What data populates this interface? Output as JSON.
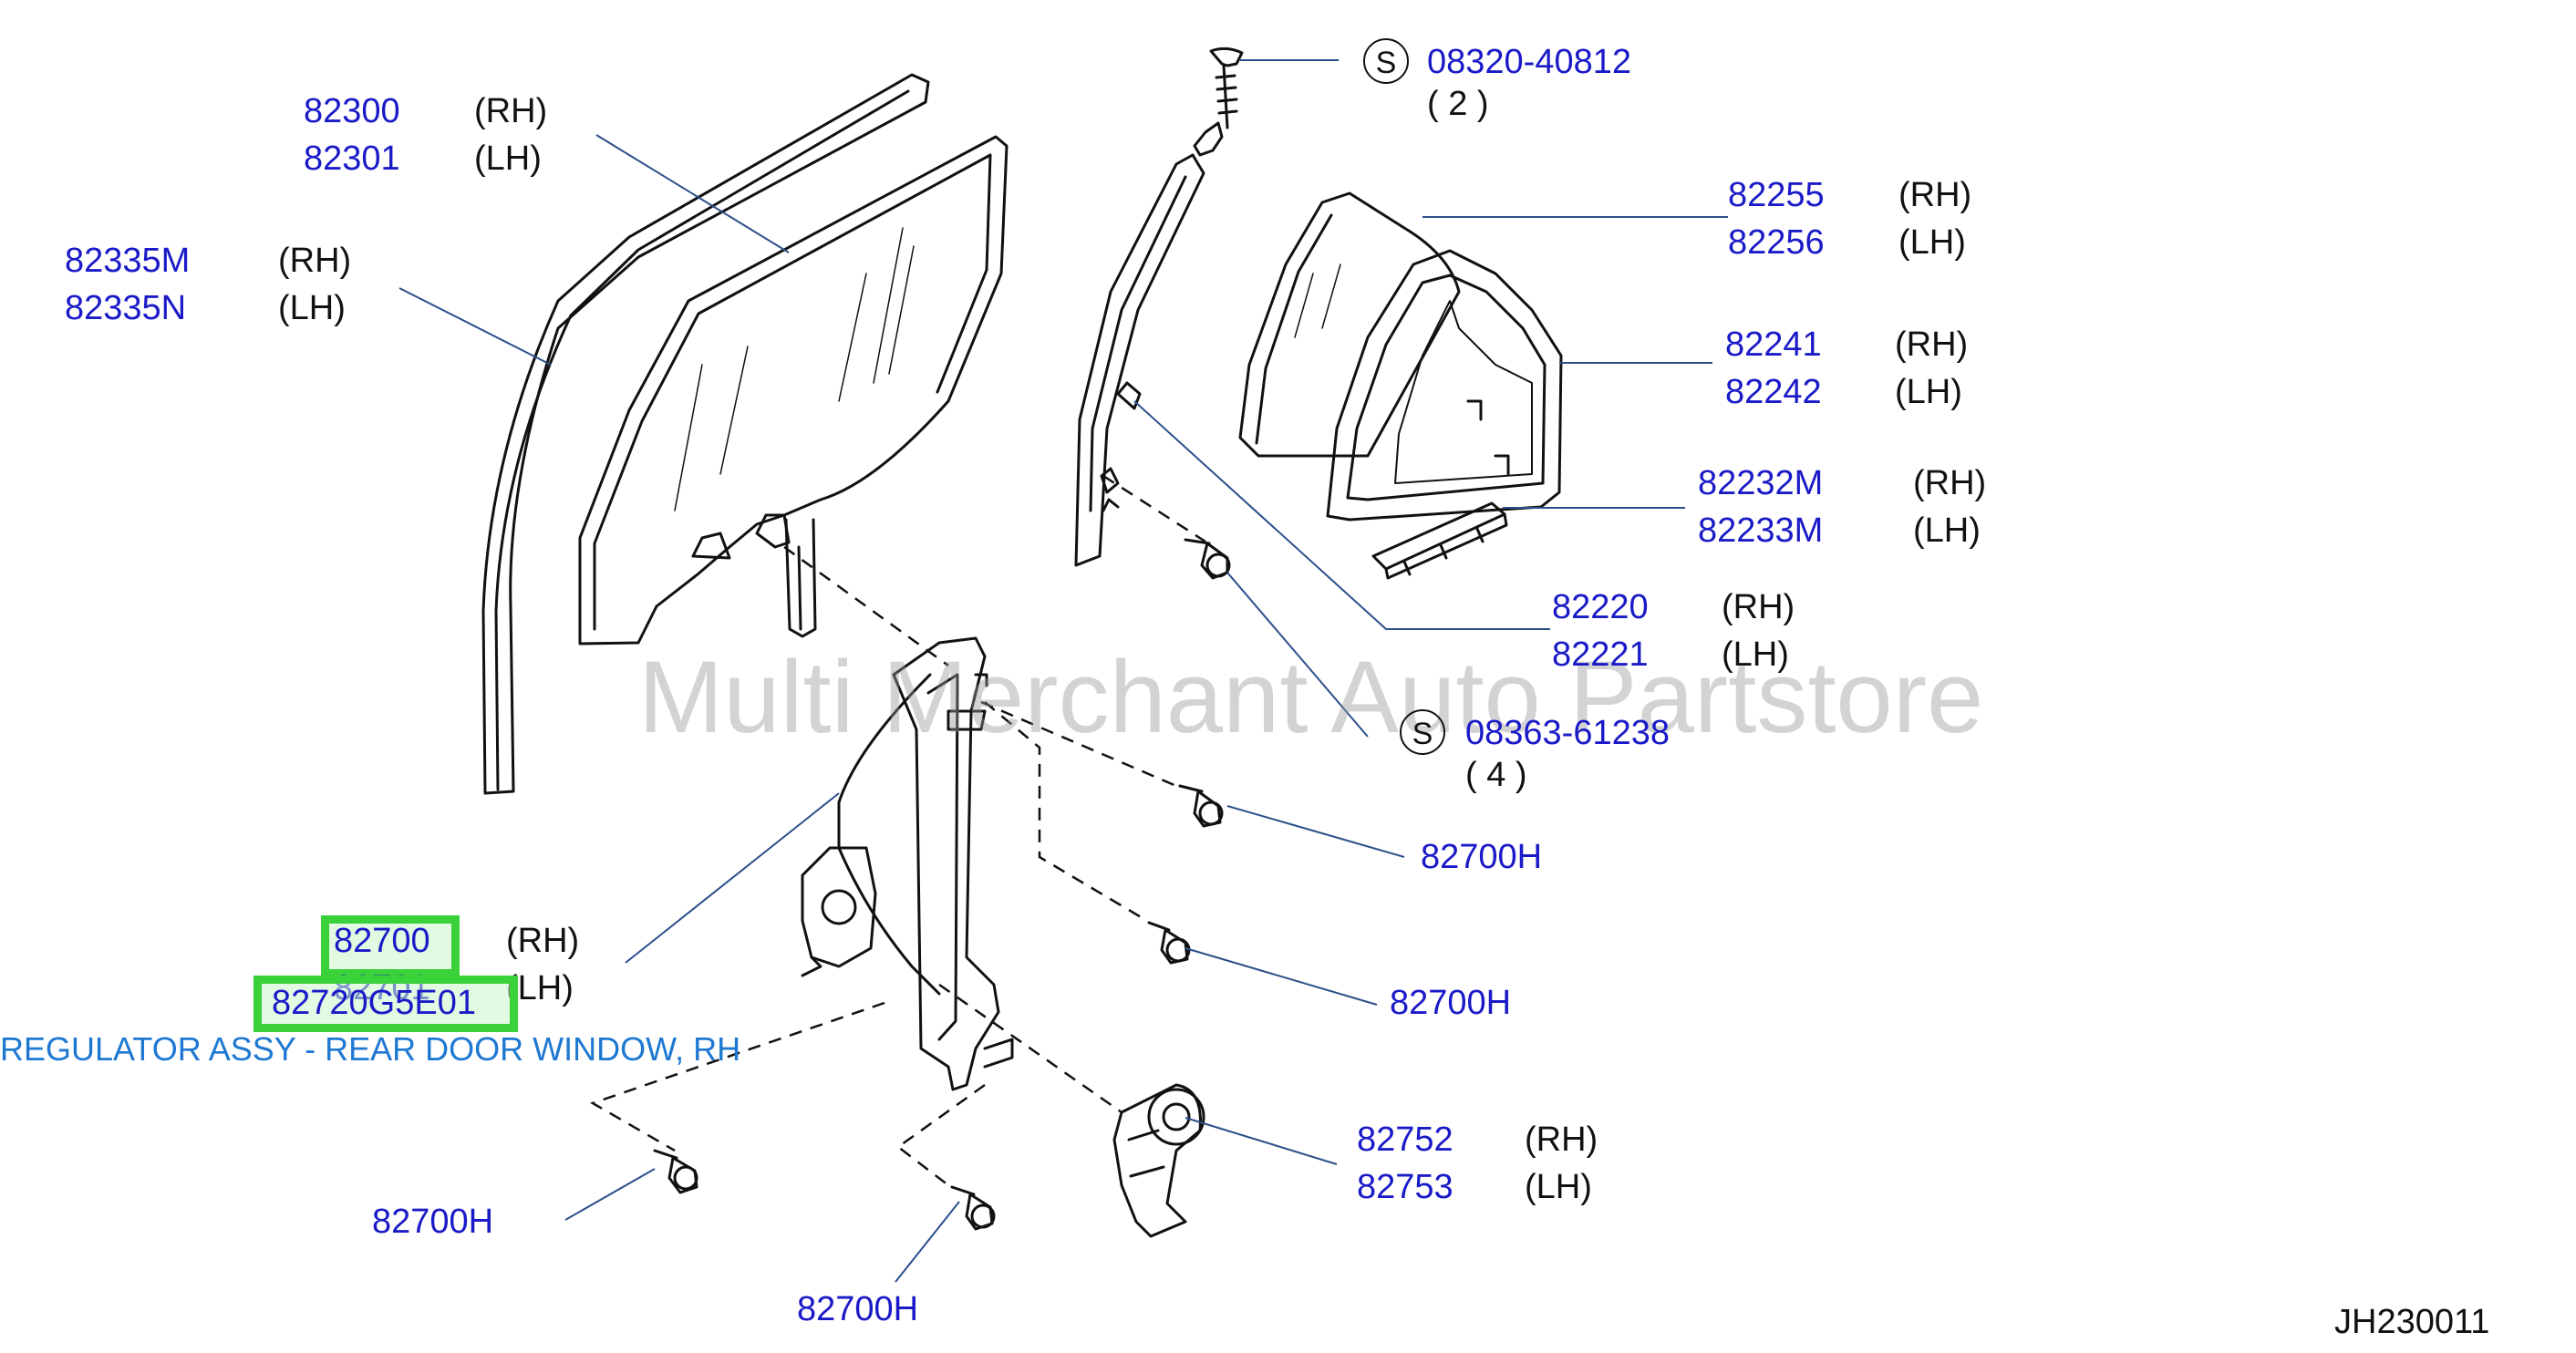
{
  "diagram": {
    "drawing_code": "JH230011",
    "watermark": "Multi Merchant Auto Partstore",
    "tooltip": "REGULATOR ASSY - REAR DOOR WINDOW, RH",
    "highlight_color": "#3ad13a",
    "part_color": "#1a1ac8",
    "tooltip_color": "#1e78d2",
    "callouts": {
      "glass_rh": {
        "part": "82300",
        "side": "(RH)"
      },
      "glass_lh": {
        "part": "82301",
        "side": "(LH)"
      },
      "run_rh": {
        "part": "82335M",
        "side": "(RH)"
      },
      "run_lh": {
        "part": "82335N",
        "side": "(LH)"
      },
      "screw_top": {
        "mark": "S",
        "part": "08320-40812",
        "qty": "( 2 )"
      },
      "qglass_rh": {
        "part": "82255",
        "side": "(RH)"
      },
      "qglass_lh": {
        "part": "82256",
        "side": "(LH)"
      },
      "qseal_rh": {
        "part": "82241",
        "side": "(RH)"
      },
      "qseal_lh": {
        "part": "82242",
        "side": "(LH)"
      },
      "clip_rh": {
        "part": "82232M",
        "side": "(RH)"
      },
      "clip_lh": {
        "part": "82233M",
        "side": "(LH)"
      },
      "sash_rh": {
        "part": "82220",
        "side": "(RH)"
      },
      "sash_lh": {
        "part": "82221",
        "side": "(LH)"
      },
      "screw_mid": {
        "mark": "S",
        "part": "08363-61238",
        "qty": "( 4 )"
      },
      "bolt_1": {
        "part": "82700H"
      },
      "bolt_2": {
        "part": "82700H"
      },
      "regulator_rh": {
        "part": "82700",
        "side": "(RH)"
      },
      "regulator_lh": {
        "part": "82701",
        "side": "(LH)"
      },
      "regulator_selected": {
        "part": "82720G5E01"
      },
      "motor_rh": {
        "part": "82752",
        "side": "(RH)"
      },
      "motor_lh": {
        "part": "82753",
        "side": "(LH)"
      },
      "bolt_3": {
        "part": "82700H"
      },
      "bolt_4": {
        "part": "82700H"
      }
    }
  }
}
